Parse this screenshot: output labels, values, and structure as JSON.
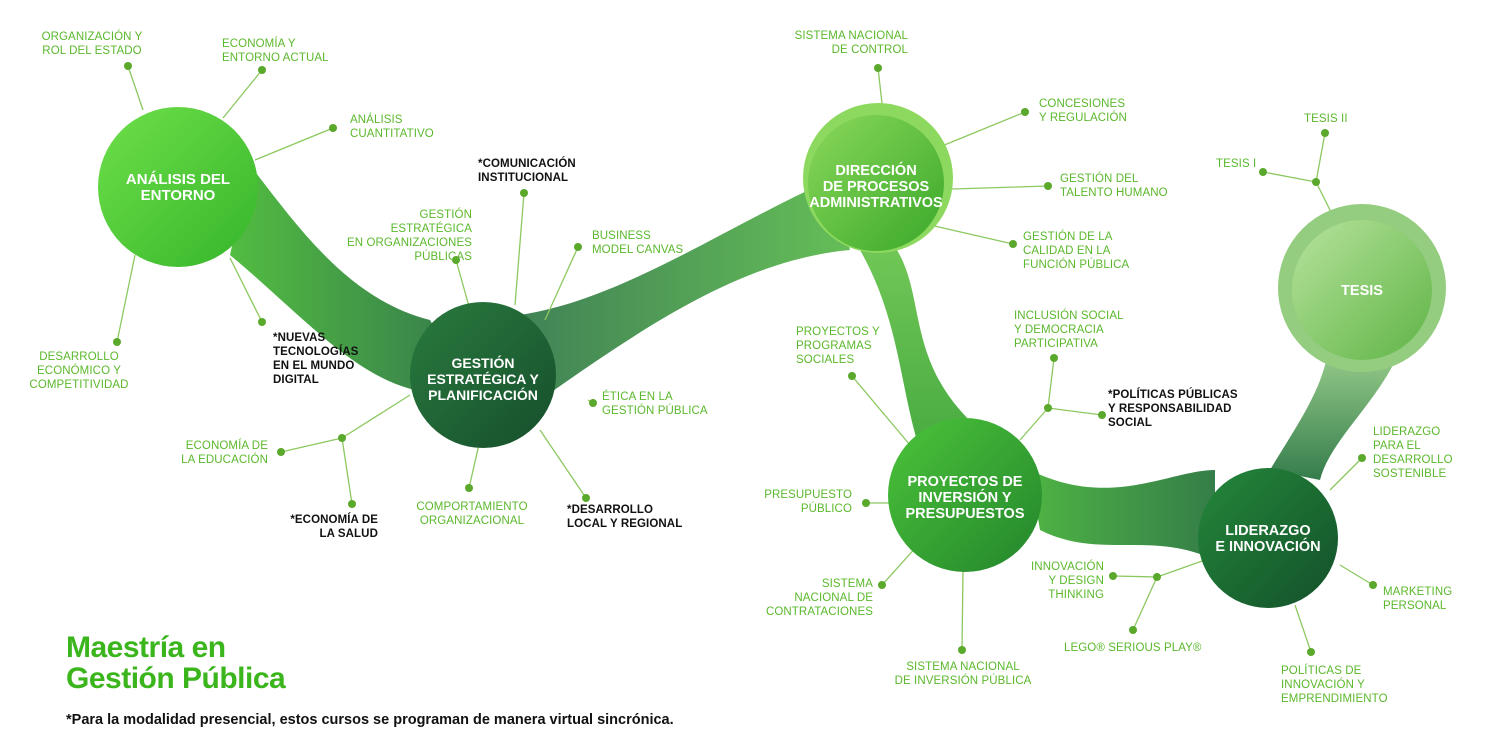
{
  "program_title": "Maestría en\nGestión Pública",
  "footnote": "*Para la modalidad presencial, estos cursos se programan de manera virtual sincrónica.",
  "colors": {
    "light_green": "#5bb82c",
    "mid_green": "#2e9a2a",
    "dark_green": "#1a5e34",
    "title_green": "#3bb51c",
    "dark_text": "#111111",
    "line_green": "#7cc04a"
  },
  "nodes": {
    "analisis": "ANÁLISIS DEL\nENTORNO",
    "gestion": "GESTIÓN\nESTRATÉGICA Y\nPLANIFICACIÓN",
    "direccion": "DIRECCIÓN\nDE PROCESOS\nADMINISTRATIVOS",
    "proyectos": "PROYECTOS DE\nINVERSIÓN Y\nPRESUPUESTOS",
    "liderazgo": "LIDERAZGO\nE INNOVACIÓN",
    "tesis": "TESIS"
  },
  "courses": {
    "organizacion_estado": "ORGANIZACIÓN Y\nROL DEL ESTADO",
    "economia_entorno": "ECONOMÍA Y\nENTORNO ACTUAL",
    "analisis_cuantitativo": "ANÁLISIS\nCUANTITATIVO",
    "desarrollo_economico": "DESARROLLO\nECONÓMICO Y\nCOMPETITIVIDAD",
    "nuevas_tecnologias": "*NUEVAS\nTECNOLOGÍAS\nEN EL MUNDO\nDIGITAL",
    "gestion_estrategica_org": "GESTIÓN ESTRATÉGICA\nEN ORGANIZACIONES\nPÚBLICAS",
    "comunicacion": "*COMUNICACIÓN\nINSTITUCIONAL",
    "business_model": "BUSINESS\nMODEL CANVAS",
    "etica": "ÉTICA EN LA\nGESTIÓN PÚBLICA",
    "desarrollo_local": "*DESARROLLO\nLOCAL Y REGIONAL",
    "comportamiento": "COMPORTAMIENTO\nORGANIZACIONAL",
    "economia_educacion": "ECONOMÍA DE\nLA EDUCACIÓN",
    "economia_salud": "*ECONOMÍA DE\nLA SALUD",
    "sistema_control": "SISTEMA NACIONAL\nDE CONTROL",
    "concesiones": "CONCESIONES\nY REGULACIÓN",
    "talento": "GESTIÓN DEL\nTALENTO HUMANO",
    "calidad": "GESTIÓN DE LA\nCALIDAD EN LA\nFUNCIÓN PÚBLICA",
    "proyectos_sociales": "PROYECTOS Y\nPROGRAMAS\nSOCIALES",
    "inclusion": "INCLUSIÓN SOCIAL\nY DEMOCRACIA\nPARTICIPATIVA",
    "politicas_publicas": "*POLÍTICAS PÚBLICAS\nY RESPONSABILIDAD\nSOCIAL",
    "presupuesto": "PRESUPUESTO\nPÚBLICO",
    "contrataciones": "SISTEMA\nNACIONAL DE\nCONTRATACIONES",
    "inversion_publica": "SISTEMA NACIONAL\nDE INVERSIÓN PÚBLICA",
    "tesis_i": "TESIS I",
    "tesis_ii": "TESIS II",
    "liderazgo_desarrollo": "LIDERAZGO\nPARA EL\nDESARROLLO\nSOSTENIBLE",
    "marketing": "MARKETING\nPERSONAL",
    "innovacion_design": "INNOVACIÓN\nY DESIGN\nTHINKING",
    "lego": "LEGO® SERIOUS PLAY®",
    "politicas_innovacion": "POLÍTICAS DE\nINNOVACIÓN Y\nEMPRENDIMIENTO"
  }
}
